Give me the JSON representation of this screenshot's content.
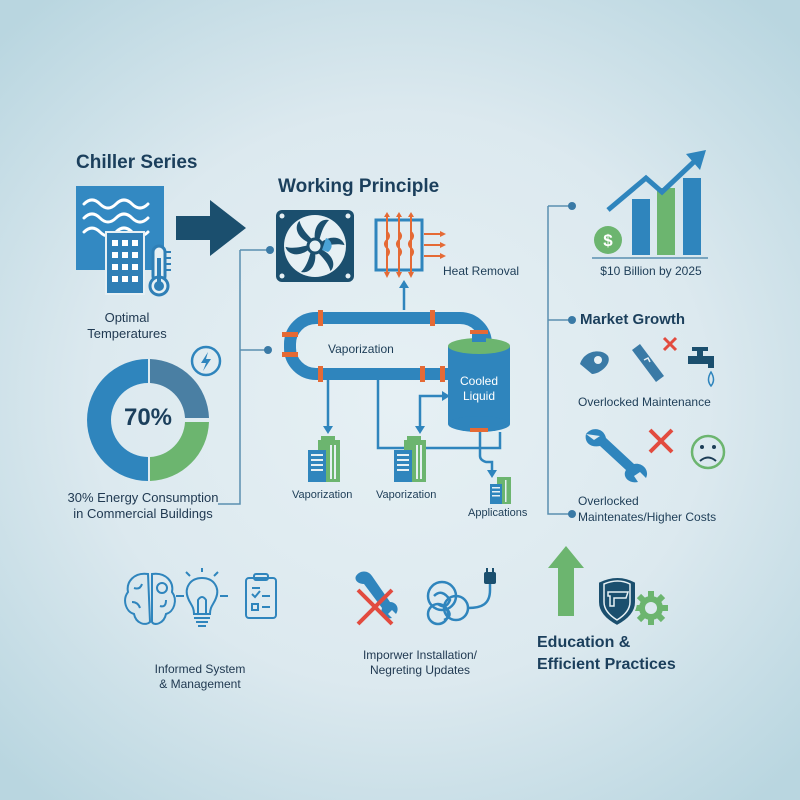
{
  "colors": {
    "background": "#dce9ef",
    "primary_blue": "#2f85bd",
    "dark_navy": "#1b4f6e",
    "steel_blue": "#4a7fa3",
    "green": "#6cb56f",
    "orange": "#e56a35",
    "red": "#e24b3f",
    "text_dark": "#1b3f5c"
  },
  "chiller_series": {
    "title": "Chiller Series",
    "icon": "water-building-thermometer-icon",
    "caption_line1": "Optimal",
    "caption_line2": "Temperatures",
    "arrow_icon": "right-arrow-icon"
  },
  "energy": {
    "donut_center": "70%",
    "caption_line1": "30% Energy Consumption",
    "caption_line2": "in Commercial Buildings",
    "bolt_icon": "lightning-bolt-icon"
  },
  "working_principle": {
    "title": "Working Principle",
    "fan_icon": "fan-icon",
    "heat_exchanger_icon": "heat-exchanger-icon",
    "heat_removal_label": "Heat Removal",
    "loop_label": "Vaporization",
    "tank_label_line1": "Cooled",
    "tank_label_line2": "Liquid",
    "outlets": [
      {
        "label": "Vaporization"
      },
      {
        "label": "Vaporization"
      },
      {
        "label": "Applications"
      }
    ]
  },
  "market": {
    "revenue_label": "$10 Billion by 2025",
    "growth_title": "Market Growth",
    "issue1_label": "Overlocked Maintenance",
    "issue2_line1": "Overlocked",
    "issue2_line2": "Maintenates/Higher Costs"
  },
  "bottom": {
    "informed_line1": "Informed System",
    "informed_line2": "& Management",
    "improper_line1": "Imporwer Installation/",
    "improper_line2": "Negreting Updates",
    "education_line1": "Education &",
    "education_line2": "Efficient Practices"
  },
  "chart_data": {
    "type": "pie",
    "title": "30% Energy Consumption in Commercial Buildings",
    "center_label": "70%",
    "categories": [
      "Blue segment",
      "Steel-blue segment",
      "Green segment"
    ],
    "values": [
      50,
      25,
      25
    ],
    "colors": [
      "#2f85bd",
      "#4a7fa3",
      "#6cb56f"
    ]
  }
}
